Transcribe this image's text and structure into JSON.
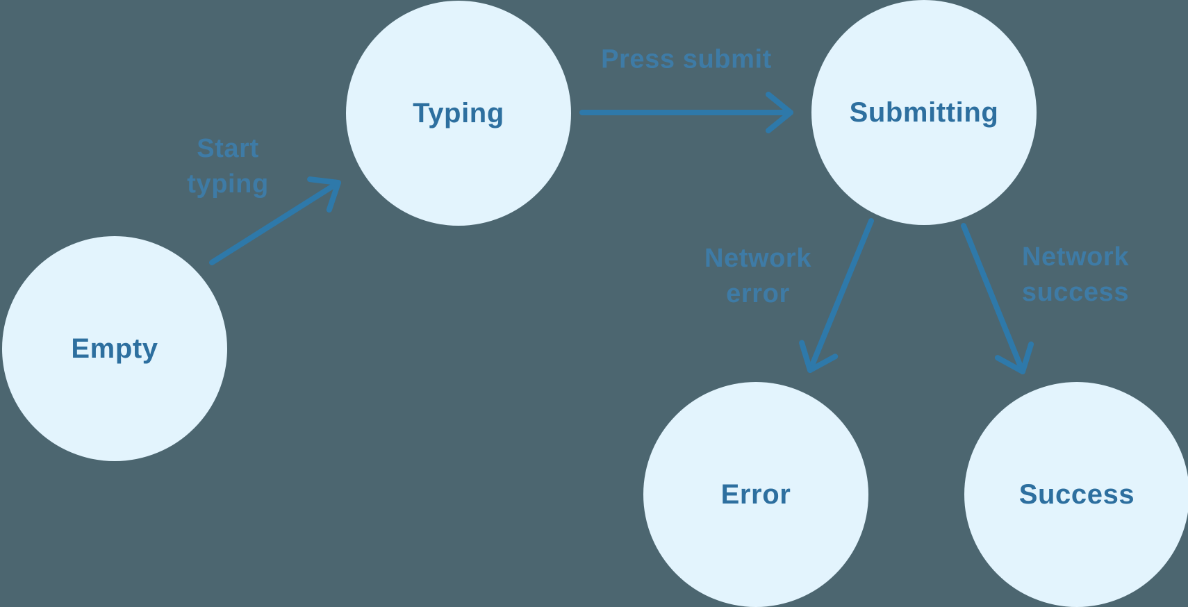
{
  "diagram": {
    "type": "state-machine",
    "nodes": [
      {
        "id": "empty",
        "label": "Empty"
      },
      {
        "id": "typing",
        "label": "Typing"
      },
      {
        "id": "submitting",
        "label": "Submitting"
      },
      {
        "id": "error",
        "label": "Error"
      },
      {
        "id": "success",
        "label": "Success"
      }
    ],
    "edges": [
      {
        "from": "empty",
        "to": "typing",
        "label": "Start typing"
      },
      {
        "from": "typing",
        "to": "submitting",
        "label": "Press submit"
      },
      {
        "from": "submitting",
        "to": "error",
        "label": "Network error"
      },
      {
        "from": "submitting",
        "to": "success",
        "label": "Network success"
      }
    ]
  },
  "colors": {
    "background": "#4c6670",
    "node_fill": "#e3f4fd",
    "node_text": "#2d6f9f",
    "arrow_stroke": "#2e79aa",
    "edge_label_text": "#3b80b2"
  }
}
